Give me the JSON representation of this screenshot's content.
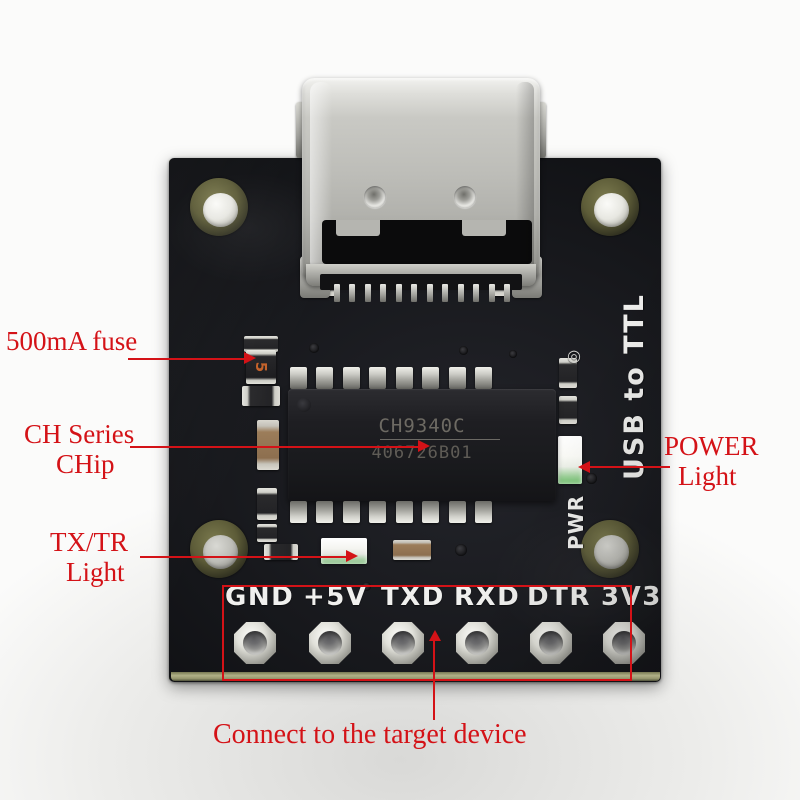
{
  "image": {
    "subject": "USB to TTL serial adapter board photo with red callout annotations",
    "background_color": "#ffffff",
    "annotation_color": "#d41217",
    "pcb_color": "#17181c"
  },
  "board": {
    "silkscreen": {
      "branding": "USB to TTL",
      "power_label": "PWR",
      "pin_labels": [
        "GND",
        "+5V",
        "TXD",
        "RXD",
        "DTR",
        "3V3"
      ]
    },
    "chip": {
      "part_number": "CH9340C",
      "lot_code": "406726B01",
      "package": "SOIC-16"
    },
    "fuse": {
      "marking": "5"
    },
    "connector": {
      "type": "usb-c-receptacle"
    }
  },
  "annotations": [
    {
      "id": "fuse",
      "label": "500mA fuse",
      "lines": [
        "500mA fuse"
      ]
    },
    {
      "id": "chip",
      "label": "CH Series CHip",
      "lines": [
        "CH Series",
        "CHip"
      ]
    },
    {
      "id": "txtr",
      "label": "TX/TR Light",
      "lines": [
        "TX/TR",
        "Light"
      ]
    },
    {
      "id": "power",
      "label": "POWER Light",
      "lines": [
        "POWER",
        "Light"
      ]
    },
    {
      "id": "pins",
      "label": "Connect to the target device",
      "lines": [
        "Connect to the target device"
      ]
    }
  ],
  "callouts": {
    "fuse_line1": "500mA fuse",
    "chip_line1": "CH Series",
    "chip_line2": "CHip",
    "txtr_line1": "TX/TR",
    "txtr_line2": "Light",
    "power_line1": "POWER",
    "power_line2": "Light",
    "bottom_caption": "Connect to the target device"
  },
  "pins": [
    {
      "name": "GND"
    },
    {
      "name": "+5V"
    },
    {
      "name": "TXD"
    },
    {
      "name": "RXD"
    },
    {
      "name": "DTR"
    },
    {
      "name": "3V3"
    }
  ]
}
